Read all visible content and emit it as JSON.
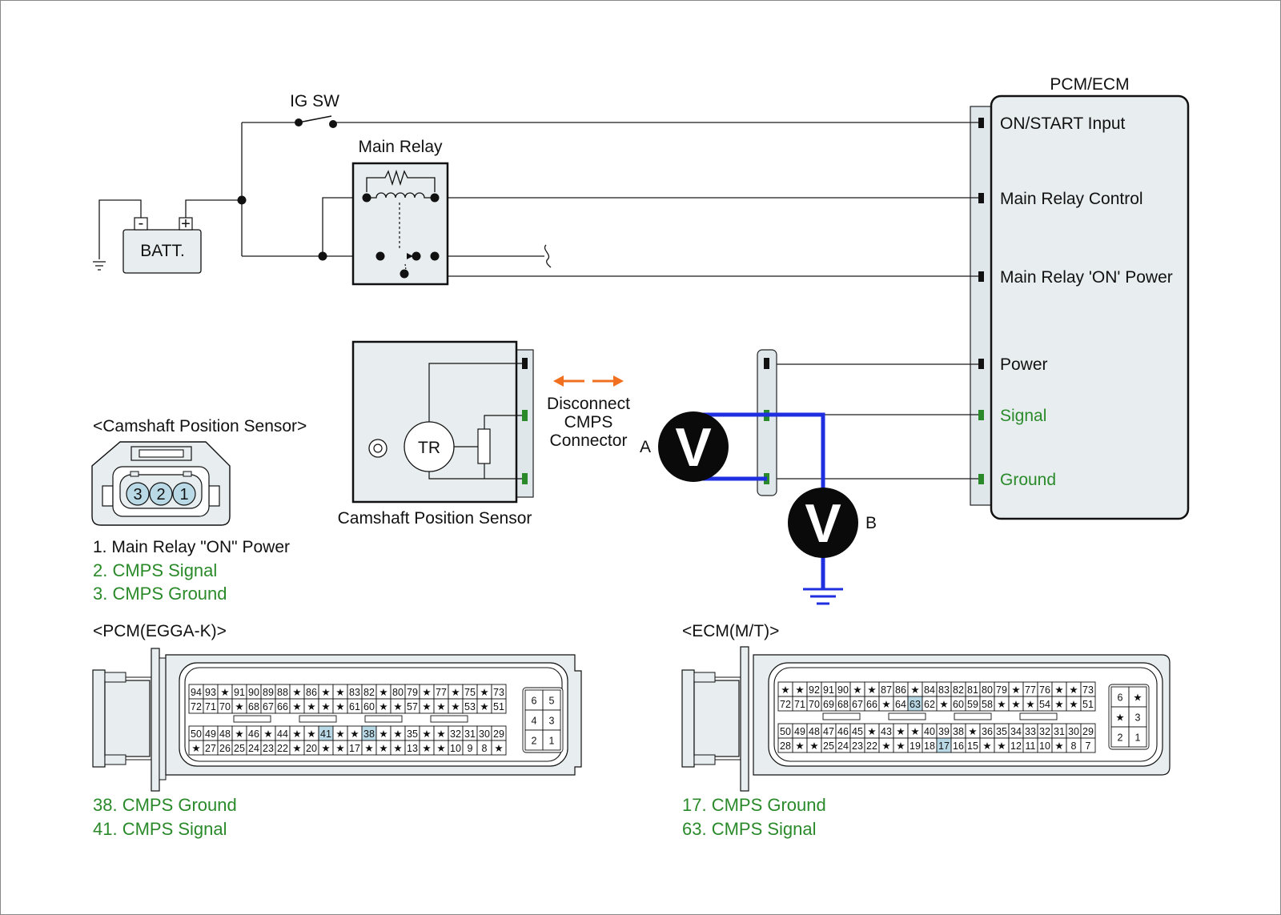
{
  "ig_sw": "IG SW",
  "main_relay": "Main Relay",
  "battery": "BATT.",
  "battery_minus": "-",
  "battery_plus": "+",
  "pcm_ecm": {
    "title": "PCM/ECM",
    "terminals": [
      "ON/START Input",
      "Main Relay Control",
      "Main Relay 'ON' Power",
      "Power",
      "Signal",
      "Ground"
    ]
  },
  "sensor_title": "<Camshaft Position Sensor>",
  "sensor_caption": "Camshaft Position Sensor",
  "sensor_tr": "TR",
  "sensor_pins": [
    "3",
    "2",
    "1"
  ],
  "sensor_legend": [
    "1. Main Relay \"ON\" Power",
    "2. CMPS Signal",
    "3. CMPS Ground"
  ],
  "disconnect_label": [
    "Disconnect",
    "CMPS",
    "Connector"
  ],
  "meter_a": {
    "symbol": "V",
    "label": "A"
  },
  "meter_b": {
    "symbol": "V",
    "label": "B"
  },
  "pcm_connector": {
    "title": "<PCM(EGGA-K)>",
    "rows": [
      [
        "94",
        "93",
        "★",
        "91",
        "90",
        "89",
        "88",
        "★",
        "86",
        "★",
        "★",
        "83",
        "82",
        "★",
        "80",
        "79",
        "★",
        "77",
        "★",
        "75",
        "★",
        "73"
      ],
      [
        "72",
        "71",
        "70",
        "★",
        "68",
        "67",
        "66",
        "★",
        "★",
        "★",
        "★",
        "61",
        "60",
        "★",
        "★",
        "57",
        "★",
        "★",
        "★",
        "53",
        "★",
        "51"
      ],
      [
        "50",
        "49",
        "48",
        "★",
        "46",
        "★",
        "44",
        "★",
        "★",
        "41",
        "★",
        "★",
        "38",
        "★",
        "★",
        "35",
        "★",
        "★",
        "32",
        "31",
        "30",
        "29"
      ],
      [
        "★",
        "27",
        "26",
        "25",
        "24",
        "23",
        "22",
        "★",
        "20",
        "★",
        "★",
        "17",
        "★",
        "★",
        "★",
        "13",
        "★",
        "★",
        "10",
        "9",
        "8",
        "★"
      ]
    ],
    "side": [
      [
        "6",
        "5"
      ],
      [
        "4",
        "3"
      ],
      [
        "2",
        "1"
      ]
    ],
    "highlight": [
      "41",
      "38"
    ],
    "legend": [
      "38. CMPS Ground",
      "41. CMPS Signal"
    ]
  },
  "ecm_connector": {
    "title": "<ECM(M/T)>",
    "rows": [
      [
        "★",
        "★",
        "92",
        "91",
        "90",
        "★",
        "★",
        "87",
        "86",
        "★",
        "84",
        "83",
        "82",
        "81",
        "80",
        "79",
        "★",
        "77",
        "76",
        "★",
        "★",
        "73"
      ],
      [
        "72",
        "71",
        "70",
        "69",
        "68",
        "67",
        "66",
        "★",
        "64",
        "63",
        "62",
        "★",
        "60",
        "59",
        "58",
        "★",
        "★",
        "★",
        "54",
        "★",
        "★",
        "51"
      ],
      [
        "50",
        "49",
        "48",
        "47",
        "46",
        "45",
        "★",
        "43",
        "★",
        "★",
        "40",
        "39",
        "38",
        "★",
        "36",
        "35",
        "34",
        "33",
        "32",
        "31",
        "30",
        "29"
      ],
      [
        "28",
        "★",
        "★",
        "25",
        "24",
        "23",
        "22",
        "★",
        "★",
        "19",
        "18",
        "17",
        "16",
        "15",
        "★",
        "★",
        "12",
        "11",
        "10",
        "★",
        "8",
        "7"
      ]
    ],
    "side": [
      [
        "6",
        "★"
      ],
      [
        "★",
        "3"
      ],
      [
        "2",
        "1"
      ]
    ],
    "highlight": [
      "63",
      "17"
    ],
    "legend": [
      "17. CMPS Ground",
      "63. CMPS Signal"
    ]
  },
  "colors": {
    "wire": "#1a1a1a",
    "meter_lead": "#1f2fe0",
    "green": "#2a8a2a",
    "arrow": "#f07020",
    "body_fill": "#e8eef0",
    "pin_highlight": "#b9d9e6"
  }
}
